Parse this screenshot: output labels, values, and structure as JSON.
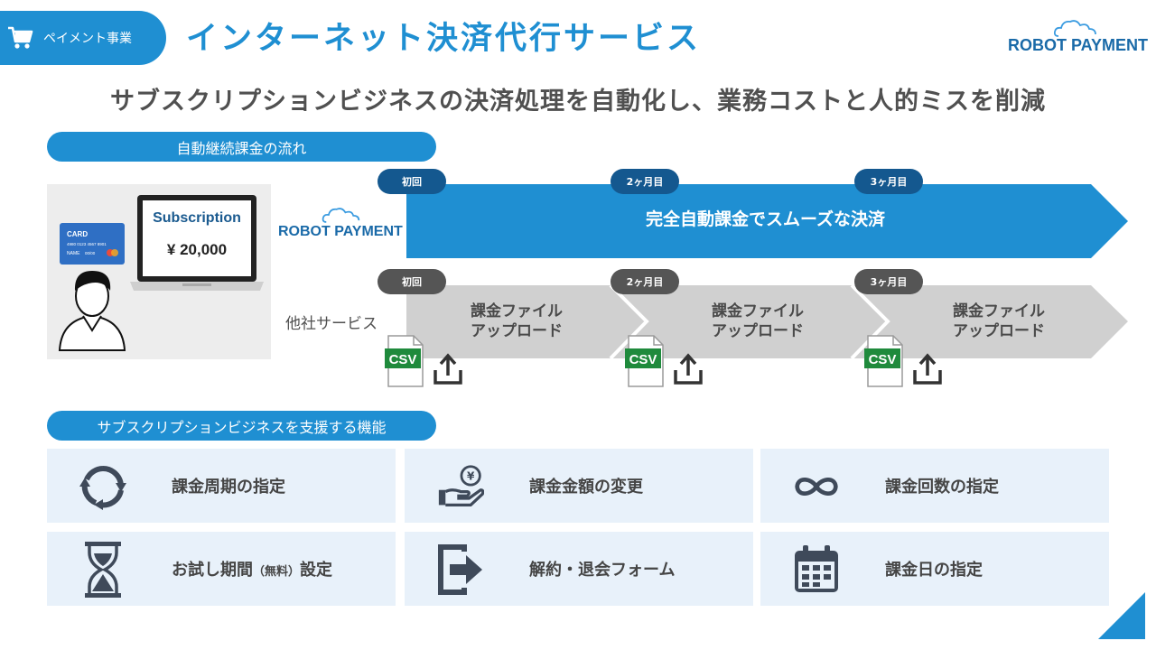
{
  "header": {
    "tag_label": "ペイメント事業",
    "title": "インターネット決済代行サービス",
    "logo_text": "ROBOT PAYMENT"
  },
  "subtitle": "サブスクリプションビジネスの決済処理を自動化し、業務コストと人的ミスを削減",
  "flow": {
    "section_title": "自動継続課金の流れ",
    "illustration": {
      "card_label": "CARD",
      "card_number": "4980 0123 4567 8901",
      "card_name": "NAME",
      "card_expiry": "00/00",
      "screen_title": "Subscription",
      "screen_amount": "¥ 20,000"
    },
    "robot_logo": "ROBOT PAYMENT",
    "robot_badges": [
      "初回",
      "2ヶ月目",
      "3ヶ月目"
    ],
    "robot_arrow_text": "完全自動課金でスムーズな決済",
    "other_label": "他社サービス",
    "other_badges": [
      "初回",
      "2ヶ月目",
      "3ヶ月目"
    ],
    "other_steps": [
      {
        "line1": "課金ファイル",
        "line2": "アップロード",
        "file_label": "CSV"
      },
      {
        "line1": "課金ファイル",
        "line2": "アップロード",
        "file_label": "CSV"
      },
      {
        "line1": "課金ファイル",
        "line2": "アップロード",
        "file_label": "CSV"
      }
    ]
  },
  "features": {
    "section_title": "サブスクリプションビジネスを支援する機能",
    "items": [
      {
        "label": "課金周期の指定",
        "icon": "cycle-arrows-icon"
      },
      {
        "label": "課金金額の変更",
        "icon": "hand-coin-icon",
        "coin_glyph": "¥"
      },
      {
        "label": "課金回数の指定",
        "icon": "infinity-icon"
      },
      {
        "label": "お試し期間",
        "note": "（無料）",
        "label_suffix": "設定",
        "icon": "hourglass-icon"
      },
      {
        "label": "解約・退会フォーム",
        "icon": "exit-door-icon"
      },
      {
        "label": "課金日の指定",
        "icon": "calendar-icon"
      }
    ]
  },
  "colors": {
    "brand_blue": "#1f8fd2",
    "dark_blue": "#14588f",
    "arrow_gray": "#d0d0d0",
    "panel_light_blue": "#e8f1fa",
    "icon_dark": "#3f4a5a",
    "csv_green": "#1f8a3c"
  }
}
